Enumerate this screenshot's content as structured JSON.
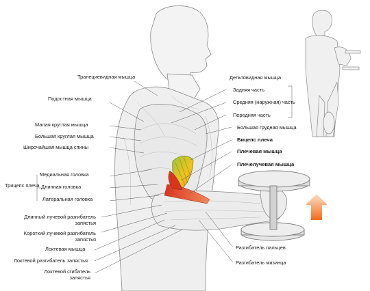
{
  "labels": {
    "trapezius": "Трапециевидная мышца",
    "infraspinatus": "Подостная мышца",
    "teres_minor": "Малая круглая мышца",
    "teres_major": "Большая круглая мышца",
    "latissimus": "Широчайшая мышца спины",
    "triceps": "Трицепс плеча",
    "triceps_medial": "Медиальная головка",
    "triceps_long": "Длинная головка",
    "triceps_lateral": "Латеральная головка",
    "ecrl_1": "Длинный лучевой разгибатель",
    "ecrl_2": "запястья",
    "ecrb_1": "Короткий лучевой разгибатель",
    "ecrb_2": "запястья",
    "anconeus": "Локтевая мышца",
    "ecu": "Локтевой разгибатель запястья",
    "fcu_1": "Локтевой сгибатель",
    "fcu_2": "запястья",
    "deltoid": "Дельтовидная мышца",
    "deltoid_rear": "Задняя часть",
    "deltoid_mid": "Средняя (наружная) часть",
    "deltoid_front": "Передняя часть",
    "pectoralis": "Большая грудная мышца",
    "biceps": "Бицепс плеча",
    "brachialis": "Плечевая мышца",
    "brachioradialis": "Плечелучевая мышца",
    "ext_digitorum": "Разгибатель пальцев",
    "ext_digiti_minimi": "Разгибатель мизинца"
  },
  "colors": {
    "skin_line": "#8a8a8a",
    "highlight_green": "#9bc53d",
    "highlight_yellow": "#f2c21b",
    "highlight_red": "#d9341f",
    "arrow_top": "#fde0c8",
    "arrow_bottom": "#f26b1d"
  },
  "icons": {
    "direction_arrow": "up-arrow-icon"
  }
}
